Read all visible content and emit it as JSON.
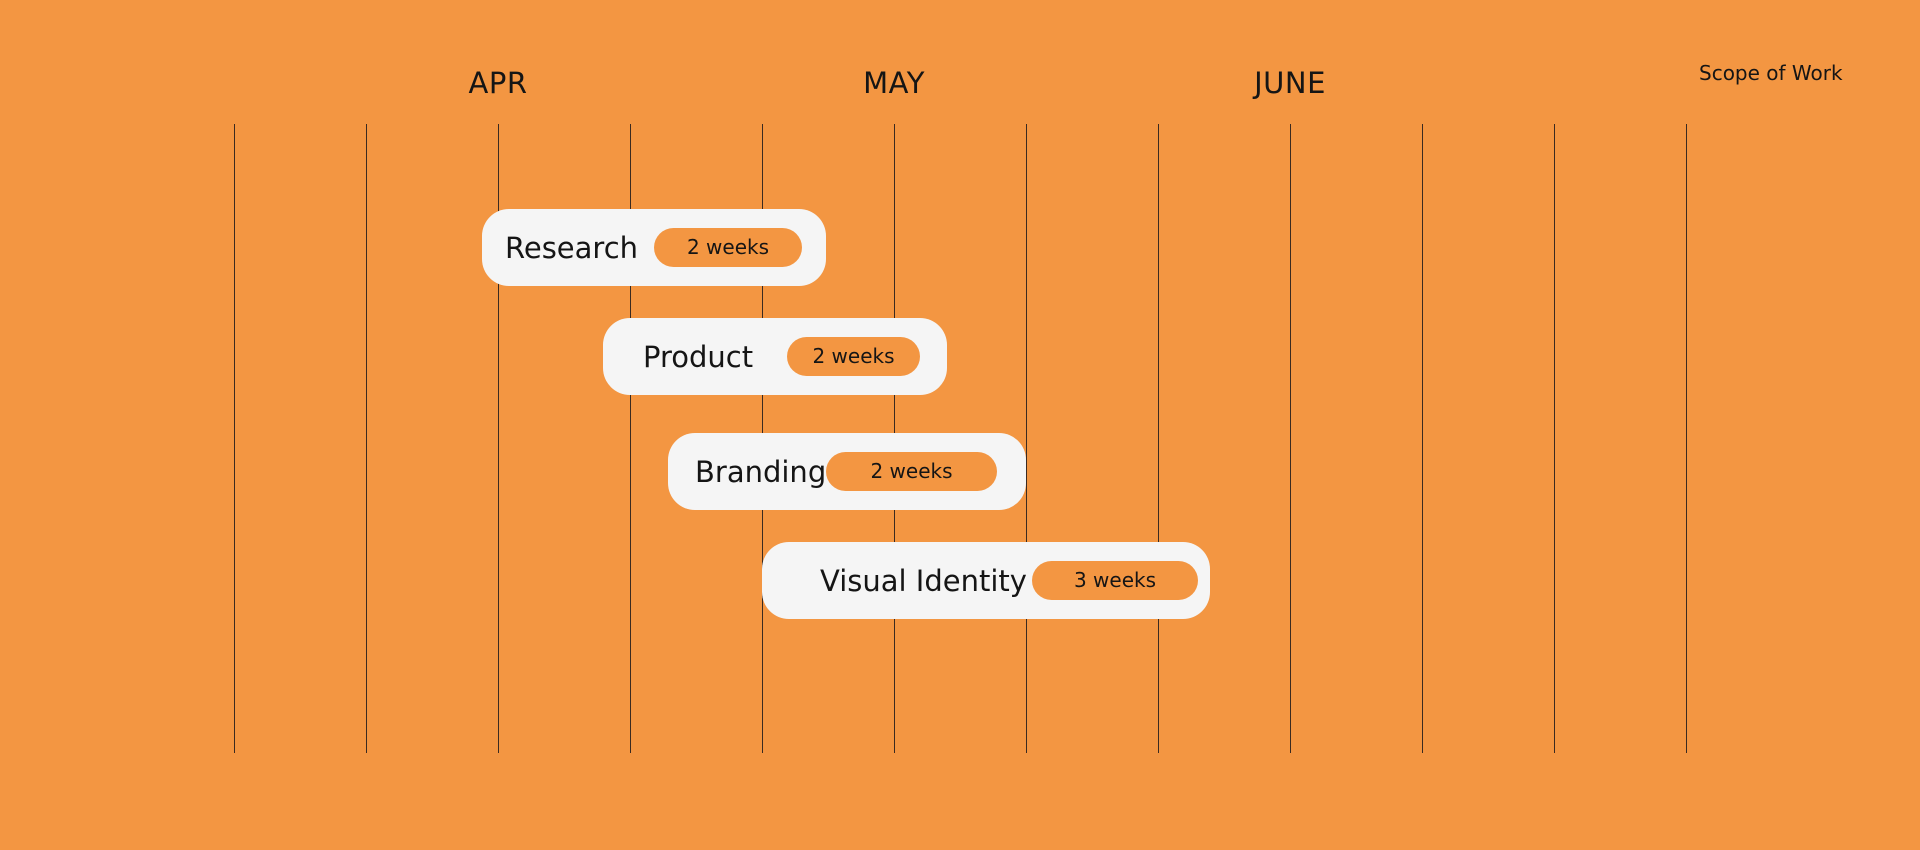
{
  "months": [
    "APR",
    "MAY",
    "JUNE"
  ],
  "scope_label": "Scope of Work",
  "colors": {
    "background": "#f39642",
    "card": "#f5f5f5",
    "gridline": "#3a2a20",
    "text": "#151515"
  },
  "tasks": [
    {
      "label": "Research",
      "duration": "2 weeks"
    },
    {
      "label": "Product",
      "duration": "2 weeks"
    },
    {
      "label": "Branding",
      "duration": "2 weeks"
    },
    {
      "label": "Visual Identity",
      "duration": "3 weeks"
    }
  ]
}
